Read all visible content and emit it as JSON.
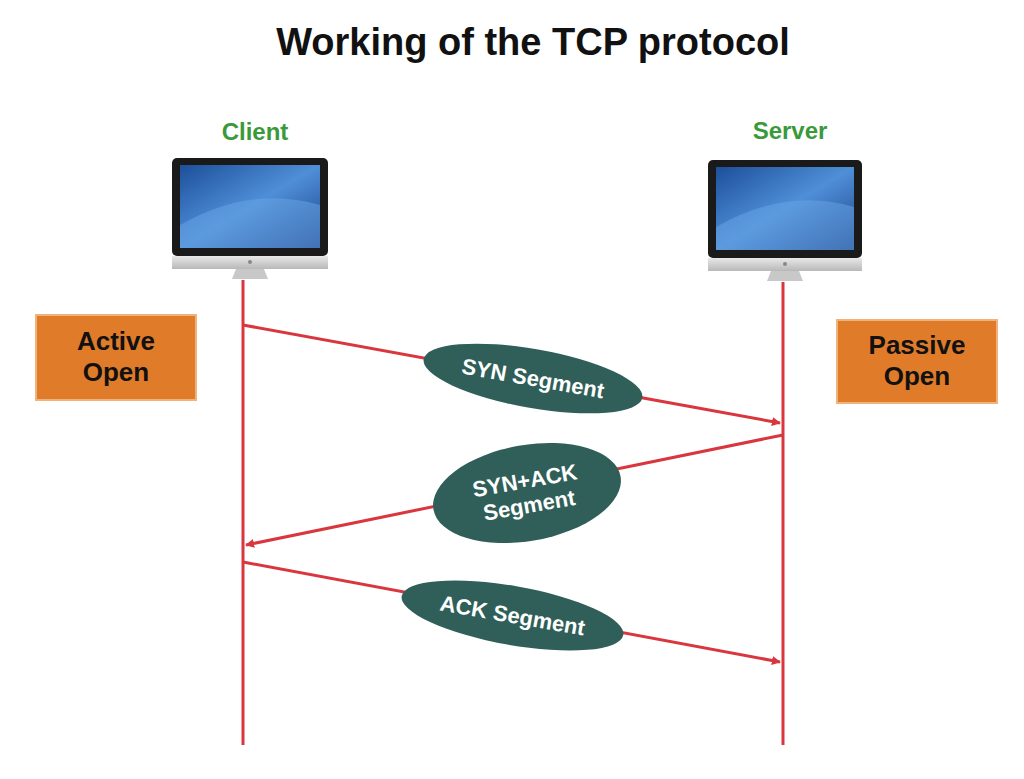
{
  "diagram": {
    "title": "Working of the TCP protocol",
    "nodes": [
      {
        "text": [
          "Active Open"
        ]
      },
      {
        "text": [
          "Passive Open"
        ]
      },
      {
        "text": [
          "SYN Segment"
        ]
      },
      {
        "text": [
          "SYN+ACK Segment"
        ]
      },
      {
        "text": [
          "ACK Segment"
        ]
      }
    ],
    "labels": [
      "Client",
      "Server"
    ]
  }
}
